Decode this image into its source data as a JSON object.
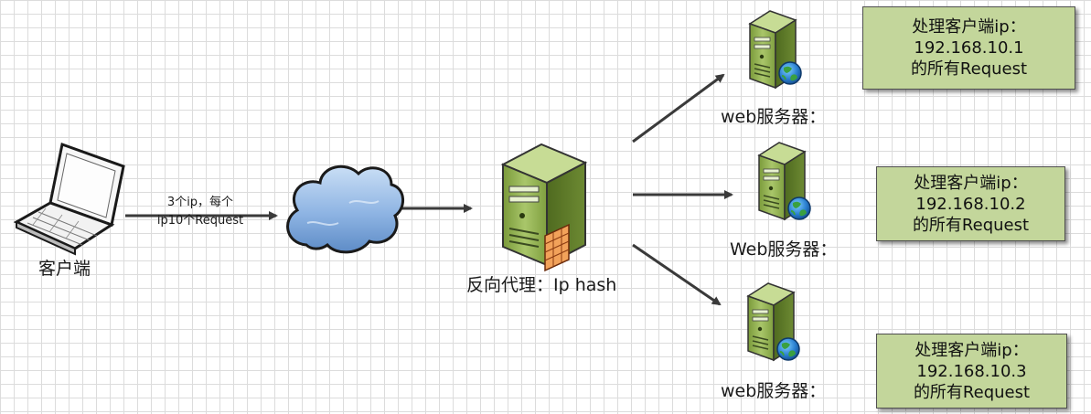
{
  "client": {
    "label": "客户端"
  },
  "connection": {
    "line1": "3个ip，每个",
    "line2": "ip10个Request"
  },
  "proxy": {
    "label": "反向代理：Ip hash"
  },
  "servers": [
    {
      "label": "web服务器：",
      "note": {
        "line1": "处理客户端ip：",
        "line2": "192.168.10.1",
        "line3": "的所有Request"
      }
    },
    {
      "label": "Web服务器：",
      "note": {
        "line1": "处理客户端ip：",
        "line2": "192.168.10.2",
        "line3": "的所有Request"
      }
    },
    {
      "label": "web服务器：",
      "note": {
        "line1": "处理客户端ip：",
        "line2": "192.168.10.3",
        "line3": "的所有Request"
      }
    }
  ],
  "colors": {
    "note_fill": "#c3d69b",
    "server_body": "#9bbb59",
    "arrow": "#3a3a3a",
    "cloud": "#8eb4e3"
  },
  "icons": [
    "laptop-icon",
    "cloud-icon",
    "proxy-server-icon",
    "firewall-icon",
    "web-server-icon",
    "globe-icon"
  ]
}
